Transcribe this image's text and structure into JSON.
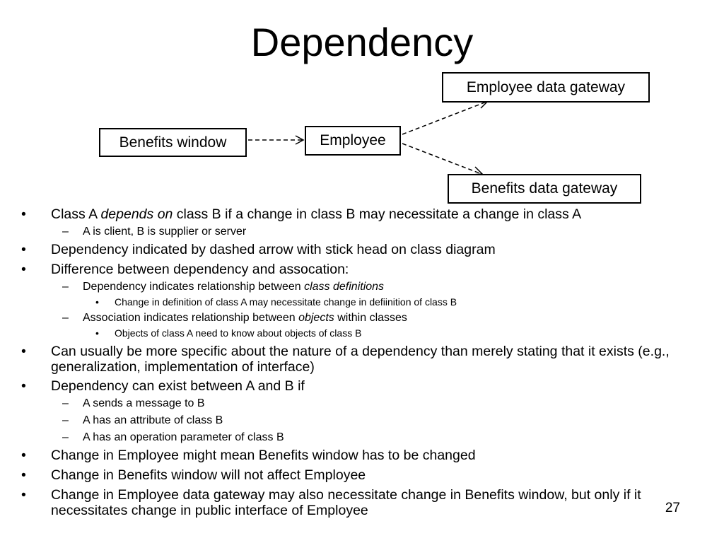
{
  "slide": {
    "title": "Dependency",
    "page_number": "27"
  },
  "diagram": {
    "boxes": {
      "employee_data_gateway": "Employee data gateway",
      "benefits_window": "Benefits window",
      "employee": "Employee",
      "benefits_data_gateway": "Benefits data gateway"
    }
  },
  "bullets": {
    "b1": {
      "pre": "Class A ",
      "em": "depends on",
      "post": " class B if a change in class B may necessitate a change in class A"
    },
    "b1_1": "A is client, B is supplier or server",
    "b2": "Dependency indicated by dashed arrow with stick head on class diagram",
    "b3": "Difference between dependency and assocation:",
    "b3_1": {
      "pre": "Dependency indicates relationship between ",
      "em": "class definitions",
      "post": ""
    },
    "b3_1_1": "Change in definition of class A may necessitate change in defiinition of class B",
    "b3_2": {
      "pre": "Association indicates relationship between ",
      "em": "objects",
      "post": " within classes"
    },
    "b3_2_1": "Objects of class A need to know about objects of class B",
    "b4": "Can usually be more specific about the nature of a dependency than merely stating that it exists (e.g., generalization, implementation of interface)",
    "b5": "Dependency can exist between A and B if",
    "b5_1": "A sends a message to B",
    "b5_2": "A has an attribute of class B",
    "b5_3": "A has an operation parameter of class B",
    "b6": "Change in Employee might mean Benefits window has to be changed",
    "b7": "Change in Benefits window will not affect Employee",
    "b8": "Change in Employee data gateway may also necessitate change in Benefits window, but only if it necessitates change in public interface of Employee"
  },
  "markers": {
    "l1": "•",
    "l2": "–",
    "l3": "•"
  }
}
